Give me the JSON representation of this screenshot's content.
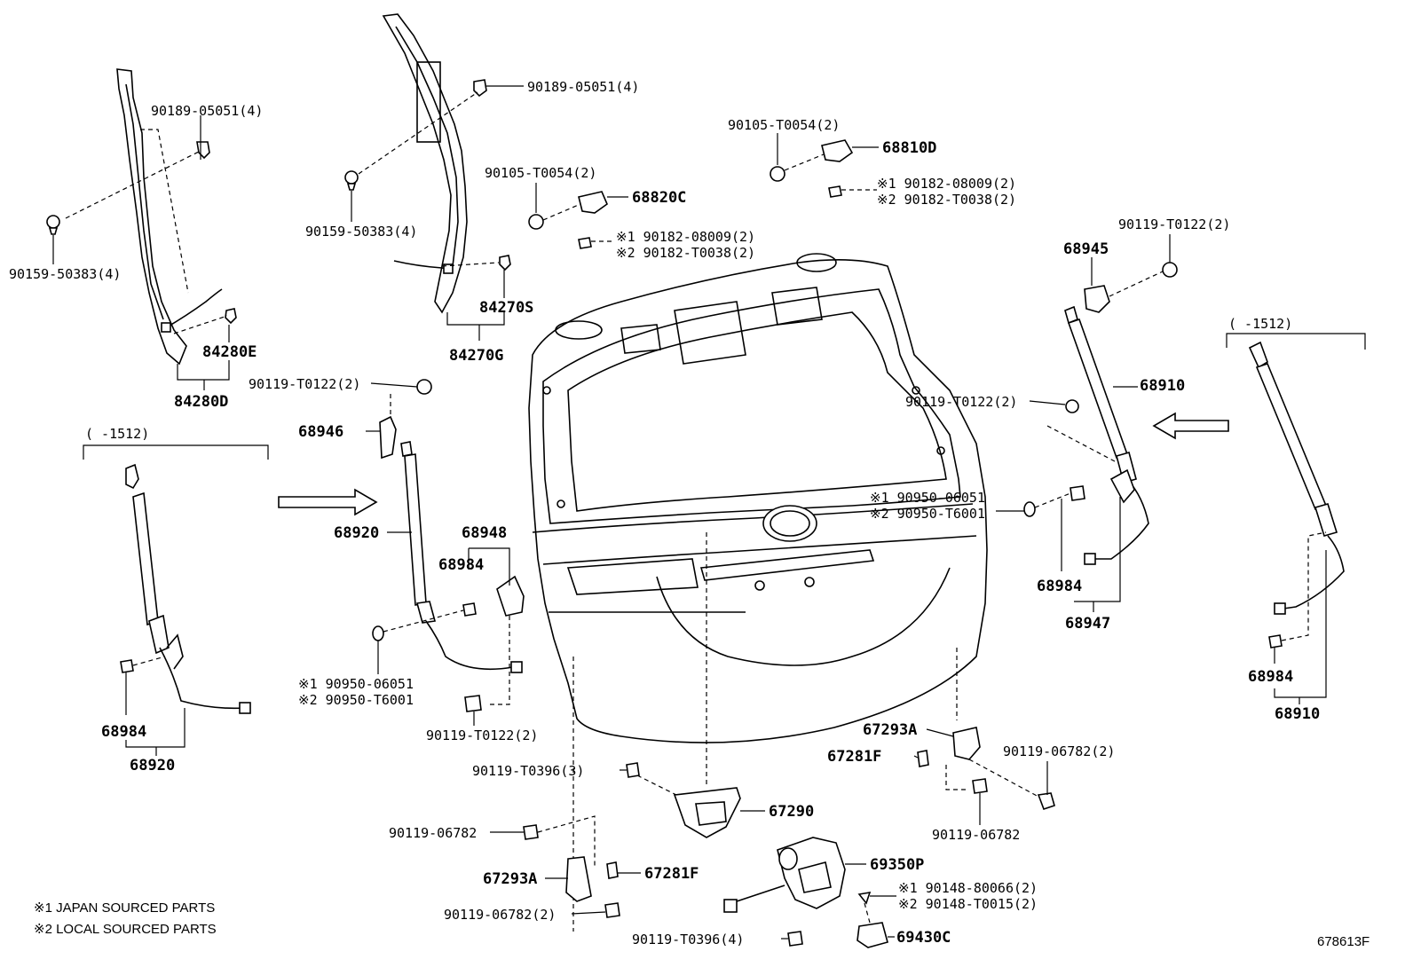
{
  "diagram_id": "678613F",
  "notes": {
    "note1": "※1 JAPAN SOURCED PARTS",
    "note2": "※2 LOCAL SOURCED PARTS"
  },
  "labels": {
    "l_90189_a": "90189-05051(4)",
    "l_90159_a": "90159-50383(4)",
    "l_84280E": "84280E",
    "l_84280D": "84280D",
    "l_90189_b": "90189-05051(4)",
    "l_90159_b": "90159-50383(4)",
    "l_84270S": "84270S",
    "l_84270G": "84270G",
    "l_90105_a": "90105-T0054(2)",
    "l_68820C": "68820C",
    "l_90182_a1": "※1 90182-08009(2)",
    "l_90182_a2": "※2 90182-T0038(2)",
    "l_90105_b": "90105-T0054(2)",
    "l_68810D": "68810D",
    "l_90182_b1": "※1 90182-08009(2)",
    "l_90182_b2": "※2 90182-T0038(2)",
    "l_90119_t_a": "90119-T0122(2)",
    "l_68945": "68945",
    "l_range_l": "(     -1512)",
    "l_range_r": "(     -1512)",
    "l_90119_t_b": "90119-T0122(2)",
    "l_68946": "68946",
    "l_68920_a": "68920",
    "l_68948": "68948",
    "l_68984_a": "68984",
    "l_90950_a1": "※1 90950-06051",
    "l_90950_a2": "※2 90950-T6001",
    "l_90119_t_c": "90119-T0122(2)",
    "l_68984_b": "68984",
    "l_68920_b": "68920",
    "l_90119_t_d": "90119-T0122(2)",
    "l_68910_a": "68910",
    "l_90950_b1": "※1 90950-06051",
    "l_90950_b2": "※2 90950-T6001",
    "l_68984_c": "68984",
    "l_68947": "68947",
    "l_68984_d": "68984",
    "l_68910_b": "68910",
    "l_67293A_a": "67293A",
    "l_67281F_a": "67281F",
    "l_90119_067_a": "90119-06782(2)",
    "l_90119_067_b": "90119-06782",
    "l_90119_t0396_a": "90119-T0396(3)",
    "l_67290": "67290",
    "l_90119_067_c": "90119-06782",
    "l_67293A_b": "67293A",
    "l_67281F_b": "67281F",
    "l_90119_067_d": "90119-06782(2)",
    "l_69350P": "69350P",
    "l_90148_1": "※1 90148-80066(2)",
    "l_90148_2": "※2 90148-T0015(2)",
    "l_90119_t0396_b": "90119-T0396(4)",
    "l_69430C": "69430C"
  }
}
